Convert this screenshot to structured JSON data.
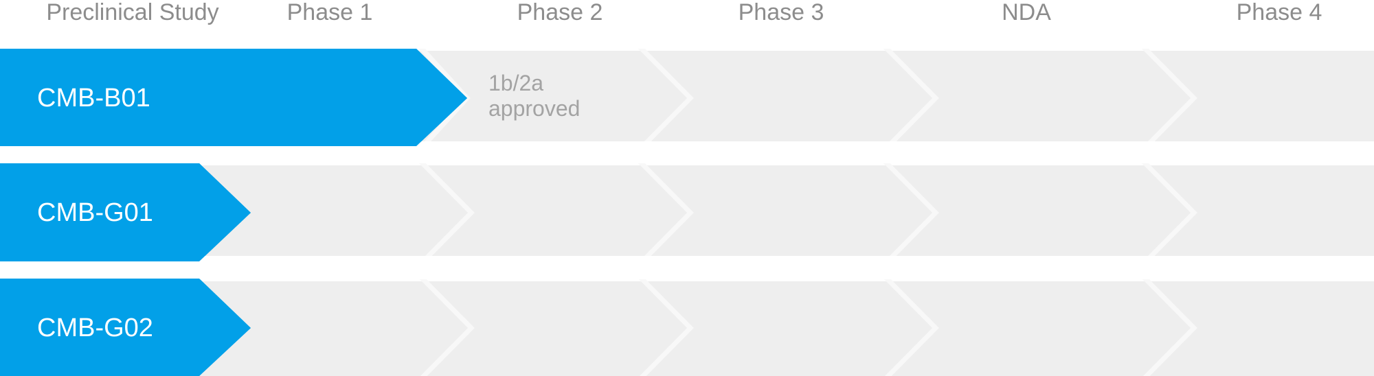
{
  "phases": [
    "Preclinical Study",
    "Phase 1",
    "Phase 2",
    "Phase 3",
    "NDA",
    "Phase 4"
  ],
  "rows": [
    {
      "name": "CMB-B01",
      "stage": "Phase 1",
      "note_line1": "1b/2a",
      "note_line2": "approved"
    },
    {
      "name": "CMB-G01",
      "stage": "Preclinical Study"
    },
    {
      "name": "CMB-G02",
      "stage": "Preclinical Study"
    }
  ],
  "colors": {
    "progress": "#02a0e8",
    "track": "#eeeeee",
    "track_divider": "#f8f8f8",
    "header_text": "#8c8c8c",
    "note_text": "#a3a3a3"
  }
}
